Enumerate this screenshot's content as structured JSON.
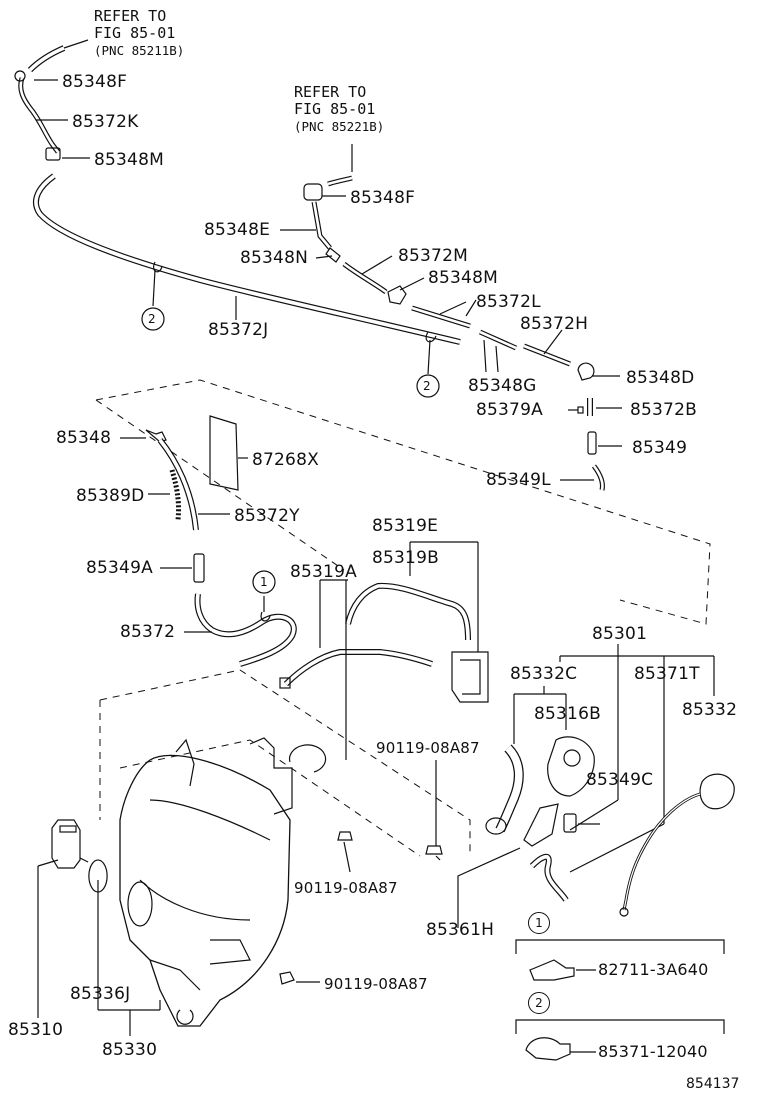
{
  "refs": [
    {
      "line1": "REFER TO",
      "line2": "FIG 85-01",
      "line3": "(PNC 85211B)"
    },
    {
      "line1": "REFER TO",
      "line2": "FIG 85-01",
      "line3": "(PNC 85221B)"
    }
  ],
  "parts": {
    "p85348F_a": "85348F",
    "p85372K": "85372K",
    "p85348M_a": "85348M",
    "p85348F_b": "85348F",
    "p85348E": "85348E",
    "p85372M": "85372M",
    "p85348N": "85348N",
    "p85348M_b": "85348M",
    "p85372L": "85372L",
    "p85372J": "85372J",
    "p85372H": "85372H",
    "p85348G": "85348G",
    "p85348D": "85348D",
    "p85379A": "85379A",
    "p85372B": "85372B",
    "p85349": "85349",
    "p85349L": "85349L",
    "p85348": "85348",
    "p87268X": "87268X",
    "p85389D": "85389D",
    "p85372Y": "85372Y",
    "p85319E": "85319E",
    "p85319B": "85319B",
    "p85349A": "85349A",
    "p85319A": "85319A",
    "p85372": "85372",
    "p85301": "85301",
    "p85332C": "85332C",
    "p85371T": "85371T",
    "p85316B": "85316B",
    "p85332": "85332",
    "p90119_a": "90119-08A87",
    "p85349C": "85349C",
    "p90119_b": "90119-08A87",
    "p90119_c": "90119-08A87",
    "p85361H": "85361H",
    "p85336J": "85336J",
    "p85310": "85310",
    "p85330": "85330"
  },
  "callouts": {
    "c1": "1",
    "c2": "2"
  },
  "legend": [
    {
      "num": "1",
      "part": "82711-3A640"
    },
    {
      "num": "2",
      "part": "85371-12040"
    }
  ],
  "figure_number": "854137"
}
